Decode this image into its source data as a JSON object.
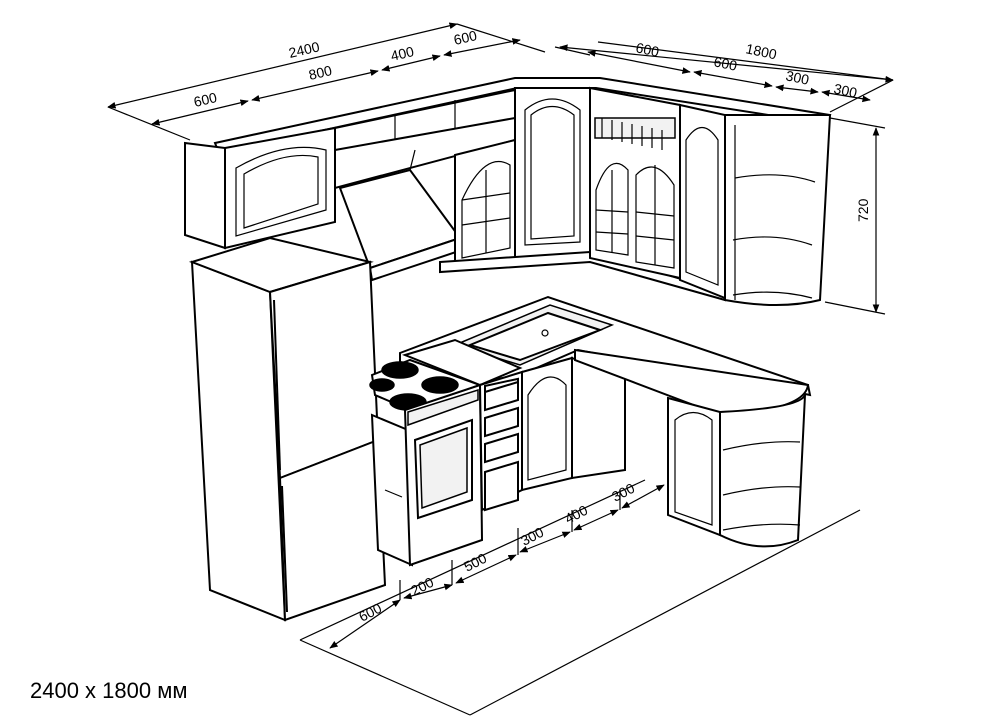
{
  "caption": "2400 x 1800 мм",
  "dimensions": {
    "top_left_overall": "2400",
    "top_left_seg1": "600",
    "top_left_seg2": "800",
    "top_left_seg3": "400",
    "top_left_seg4": "600",
    "top_right_overall": "1800",
    "top_right_seg1": "600",
    "top_right_seg2": "600",
    "top_right_seg3": "300",
    "top_right_seg4": "300",
    "height": "720",
    "floor_seg1": "600",
    "floor_seg2": "200",
    "floor_seg3": "500",
    "floor_seg4": "300",
    "floor_seg5": "400",
    "floor_seg6": "300"
  }
}
